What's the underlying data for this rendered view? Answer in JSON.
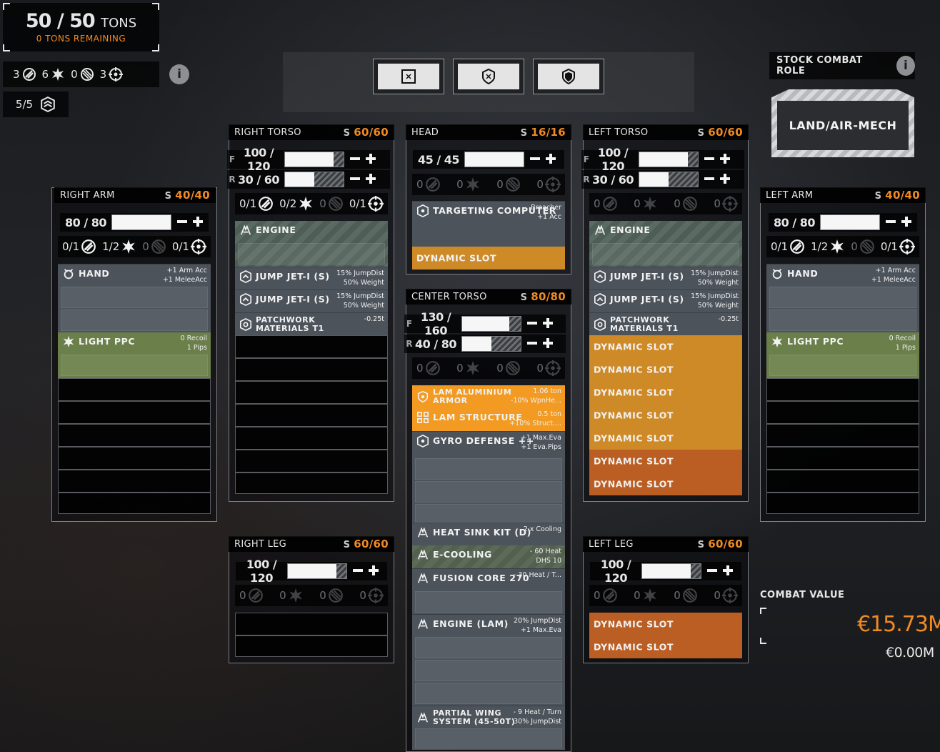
{
  "tonnage": {
    "current": "50",
    "max": "50",
    "unit": "TONS",
    "remaining": "0 TONS REMAINING"
  },
  "hardpoint_counts": [
    {
      "value": "3",
      "icon": "missile-icon"
    },
    {
      "value": "6",
      "icon": "energy-icon"
    },
    {
      "value": "0",
      "icon": "ballistic-icon"
    },
    {
      "value": "3",
      "icon": "support-icon"
    }
  ],
  "lam_count": "5/5",
  "stock_role": {
    "label": "STOCK COMBAT ROLE",
    "value": "LAND/AIR-MECH"
  },
  "combat_value": {
    "label": "COMBAT VALUE",
    "value": "€15.73M",
    "secondary": "€0.00M"
  },
  "colors": {
    "accent": "#f08a24",
    "slot_orange": "#cf8a28",
    "slot_green": "#6a7f4a"
  },
  "sections": {
    "right_arm": {
      "name": "RIGHT ARM",
      "slots_label": "S",
      "slots": "40/40",
      "armor": [
        {
          "value": "80 / 80",
          "fill": 1.0
        }
      ],
      "hardpoints": [
        {
          "value": "0/1",
          "icon": "missile-icon"
        },
        {
          "value": "1/2",
          "icon": "energy-icon"
        },
        {
          "value": "0",
          "icon": "ballistic-icon"
        },
        {
          "value": "0/1",
          "icon": "support-icon"
        }
      ],
      "items": [
        {
          "name": "HAND",
          "icon": "hand-icon",
          "stats": [
            "+1 Arm Acc",
            "+1 MeleeAcc"
          ]
        },
        {
          "name": "LIGHT PPC",
          "icon": "energy-icon",
          "stats": [
            "0 Recoil",
            "1 Pips"
          ]
        }
      ]
    },
    "right_torso": {
      "name": "RIGHT TORSO",
      "slots_label": "S",
      "slots": "60/60",
      "armor": [
        {
          "label": "F",
          "value": "100 / 120",
          "fill": 0.83
        },
        {
          "label": "R",
          "value": "30 / 60",
          "fill": 0.5
        }
      ],
      "hardpoints": [
        {
          "value": "0/1",
          "icon": "missile-icon"
        },
        {
          "value": "0/2",
          "icon": "energy-icon"
        },
        {
          "value": "0",
          "icon": "ballistic-icon"
        },
        {
          "value": "0/1",
          "icon": "support-icon"
        }
      ],
      "items": [
        {
          "name": "ENGINE",
          "icon": "engine-icon",
          "stats": []
        },
        {
          "name": "JUMP JET-I (S)",
          "icon": "jumpjet-icon",
          "stats": [
            "15% JumpDist",
            "50% Weight"
          ]
        },
        {
          "name": "JUMP JET-I (S)",
          "icon": "jumpjet-icon",
          "stats": [
            "15% JumpDist",
            "50% Weight"
          ]
        },
        {
          "name": "PATCHWORK MATERIALS T1",
          "icon": "patchwork-icon",
          "stats": [
            "-0.25t"
          ]
        }
      ]
    },
    "head": {
      "name": "HEAD",
      "slots_label": "S",
      "slots": "16/16",
      "armor": [
        {
          "value": "45 / 45",
          "fill": 1.0
        }
      ],
      "hardpoints": [
        {
          "value": "0",
          "icon": "missile-icon"
        },
        {
          "value": "0",
          "icon": "energy-icon"
        },
        {
          "value": "0",
          "icon": "ballistic-icon"
        },
        {
          "value": "0",
          "icon": "support-icon"
        }
      ],
      "items": [
        {
          "name": "TARGETING COMPUTER",
          "icon": "targeting-icon",
          "stats": [
            "Breacher",
            "+1 Acc"
          ]
        },
        {
          "name": "DYNAMIC SLOT",
          "stats": []
        }
      ]
    },
    "center_torso": {
      "name": "CENTER TORSO",
      "slots_label": "S",
      "slots": "80/80",
      "armor": [
        {
          "label": "F",
          "value": "130 / 160",
          "fill": 0.81
        },
        {
          "label": "R",
          "value": "40 / 80",
          "fill": 0.5
        }
      ],
      "hardpoints": [
        {
          "value": "0",
          "icon": "missile-icon"
        },
        {
          "value": "0",
          "icon": "energy-icon"
        },
        {
          "value": "0",
          "icon": "ballistic-icon"
        },
        {
          "value": "0",
          "icon": "support-icon"
        }
      ],
      "items": [
        {
          "name": "LAM ALUMINIUM ARMOR",
          "icon": "armor-icon",
          "stats": [
            "1.06 ton",
            "-10% WpnHe..."
          ]
        },
        {
          "name": "LAM STRUCTURE",
          "icon": "structure-icon",
          "stats": [
            "0.5 ton",
            "+10% Struct...."
          ]
        },
        {
          "name": "GYRO DEFENSE ++",
          "icon": "gyro-icon",
          "stats": [
            "+1 Max.Eva",
            "+1 Eva.Pips"
          ]
        },
        {
          "name": "HEAT SINK KIT (D)",
          "icon": "heatsink-icon",
          "stats": [
            "2 x Cooling"
          ]
        },
        {
          "name": "E-COOLING",
          "icon": "cooling-icon",
          "stats": [
            "- 60 Heat",
            "DHS 10"
          ]
        },
        {
          "name": "FUSION CORE 270",
          "icon": "core-icon",
          "stats": [
            "- 30 Heat / T..."
          ]
        },
        {
          "name": "ENGINE (LAM)",
          "icon": "engine-icon",
          "stats": [
            "20% JumpDist",
            "+1 Max.Eva"
          ]
        },
        {
          "name": "PARTIAL WING SYSTEM (45-50T)",
          "icon": "wing-icon",
          "stats": [
            "- 9 Heat / Turn",
            "30% JumpDist"
          ]
        }
      ]
    },
    "left_torso": {
      "name": "LEFT TORSO",
      "slots_label": "S",
      "slots": "60/60",
      "armor": [
        {
          "label": "F",
          "value": "100 / 120",
          "fill": 0.83
        },
        {
          "label": "R",
          "value": "30 / 60",
          "fill": 0.5
        }
      ],
      "hardpoints": [
        {
          "value": "0",
          "icon": "missile-icon"
        },
        {
          "value": "0",
          "icon": "energy-icon"
        },
        {
          "value": "0",
          "icon": "ballistic-icon"
        },
        {
          "value": "0",
          "icon": "support-icon"
        }
      ],
      "items": [
        {
          "name": "ENGINE",
          "icon": "engine-icon",
          "stats": []
        },
        {
          "name": "JUMP JET-I (S)",
          "icon": "jumpjet-icon",
          "stats": [
            "15% JumpDist",
            "50% Weight"
          ]
        },
        {
          "name": "JUMP JET-I (S)",
          "icon": "jumpjet-icon",
          "stats": [
            "15% JumpDist",
            "50% Weight"
          ]
        },
        {
          "name": "PATCHWORK MATERIALS T1",
          "icon": "patchwork-icon",
          "stats": [
            "-0.25t"
          ]
        },
        {
          "name": "DYNAMIC SLOT",
          "stats": []
        },
        {
          "name": "DYNAMIC SLOT",
          "stats": []
        },
        {
          "name": "DYNAMIC SLOT",
          "stats": []
        },
        {
          "name": "DYNAMIC SLOT",
          "stats": []
        },
        {
          "name": "DYNAMIC SLOT",
          "stats": []
        },
        {
          "name": "DYNAMIC SLOT",
          "stats": []
        },
        {
          "name": "DYNAMIC SLOT",
          "stats": []
        }
      ]
    },
    "left_arm": {
      "name": "LEFT ARM",
      "slots_label": "S",
      "slots": "40/40",
      "armor": [
        {
          "value": "80 / 80",
          "fill": 1.0
        }
      ],
      "hardpoints": [
        {
          "value": "0/1",
          "icon": "missile-icon"
        },
        {
          "value": "1/2",
          "icon": "energy-icon"
        },
        {
          "value": "0",
          "icon": "ballistic-icon"
        },
        {
          "value": "0/1",
          "icon": "support-icon"
        }
      ],
      "items": [
        {
          "name": "HAND",
          "icon": "hand-icon",
          "stats": [
            "+1 Arm Acc",
            "+1 MeleeAcc"
          ]
        },
        {
          "name": "LIGHT PPC",
          "icon": "energy-icon",
          "stats": [
            "0 Recoil",
            "1 Pips"
          ]
        }
      ]
    },
    "right_leg": {
      "name": "RIGHT LEG",
      "slots_label": "S",
      "slots": "60/60",
      "armor": [
        {
          "value": "100 / 120",
          "fill": 0.83
        }
      ],
      "hardpoints": [
        {
          "value": "0",
          "icon": "missile-icon"
        },
        {
          "value": "0",
          "icon": "energy-icon"
        },
        {
          "value": "0",
          "icon": "ballistic-icon"
        },
        {
          "value": "0",
          "icon": "support-icon"
        }
      ],
      "items": []
    },
    "left_leg": {
      "name": "LEFT LEG",
      "slots_label": "S",
      "slots": "60/60",
      "armor": [
        {
          "value": "100 / 120",
          "fill": 0.83
        }
      ],
      "hardpoints": [
        {
          "value": "0",
          "icon": "missile-icon"
        },
        {
          "value": "0",
          "icon": "energy-icon"
        },
        {
          "value": "0",
          "icon": "ballistic-icon"
        },
        {
          "value": "0",
          "icon": "support-icon"
        }
      ],
      "items": [
        {
          "name": "DYNAMIC SLOT",
          "stats": []
        },
        {
          "name": "DYNAMIC SLOT",
          "stats": []
        }
      ]
    }
  }
}
